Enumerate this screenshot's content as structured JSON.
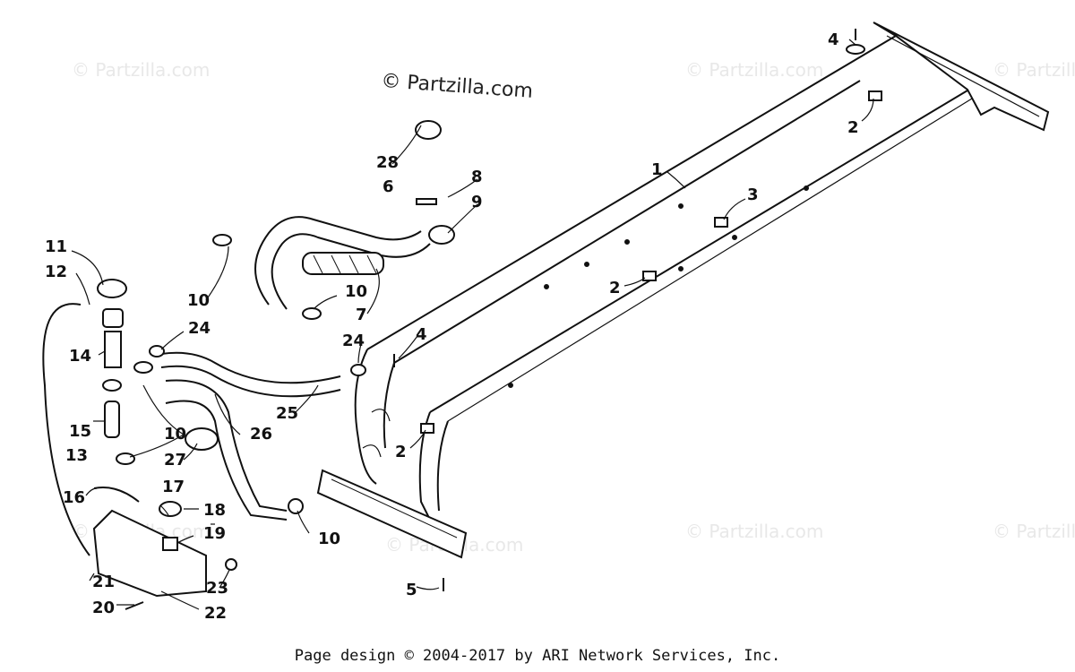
{
  "brand": "© Partzilla.com",
  "watermark": "© Partzilla.com",
  "footer": "Page design © 2004-2017 by ARI Network Services, Inc.",
  "callouts": [
    "1",
    "2",
    "2",
    "2",
    "3",
    "4",
    "4",
    "5",
    "6",
    "7",
    "8",
    "9",
    "10",
    "10",
    "10",
    "10",
    "11",
    "12",
    "13",
    "14",
    "15",
    "16",
    "17",
    "18",
    "19",
    "20",
    "21",
    "22",
    "23",
    "24",
    "24",
    "25",
    "26",
    "27",
    "28"
  ]
}
